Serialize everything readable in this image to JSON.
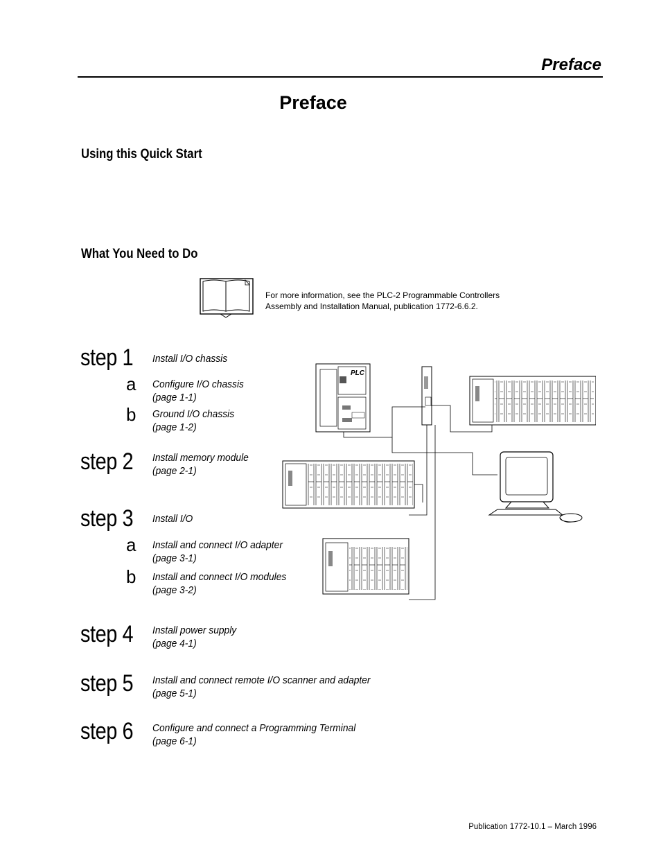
{
  "header": {
    "running_head": "Preface"
  },
  "page_title": "Preface",
  "sections": {
    "using": "Using this Quick Start",
    "what": "What You Need to Do"
  },
  "note": {
    "line1": "For more information, see the PLC-2 Programmable Controllers",
    "line2": "Assembly and Installation Manual, publication 1772-6.6.2."
  },
  "steps": [
    {
      "label": "step 1",
      "text": "Install I/O chassis",
      "page": "",
      "subs": [
        {
          "label": "a",
          "text": "Configure I/O chassis",
          "page": "(page 1-1)"
        },
        {
          "label": "b",
          "text": "Ground I/O chassis",
          "page": "(page 1-2)"
        }
      ]
    },
    {
      "label": "step 2",
      "text": "Install memory module",
      "page": "(page 2-1)"
    },
    {
      "label": "step 3",
      "text": "Install I/O",
      "page": "",
      "subs": [
        {
          "label": "a",
          "text": "Install and connect I/O adapter",
          "page": "(page 3-1)"
        },
        {
          "label": "b",
          "text": "Install and connect I/O modules",
          "page": "(page 3-2)"
        }
      ]
    },
    {
      "label": "step 4",
      "text": "Install power supply",
      "page": "(page 4-1)"
    },
    {
      "label": "step 5",
      "text": "Install and connect remote I/O scanner and adapter",
      "page": "(page 5-1)"
    },
    {
      "label": "step 6",
      "text": "Configure and connect a Programming Terminal",
      "page": "(page 6-1)"
    }
  ],
  "diagram": {
    "plc_label": "PLC"
  },
  "footer": {
    "publication": "Publication 1772-10.1 – March 1996"
  }
}
